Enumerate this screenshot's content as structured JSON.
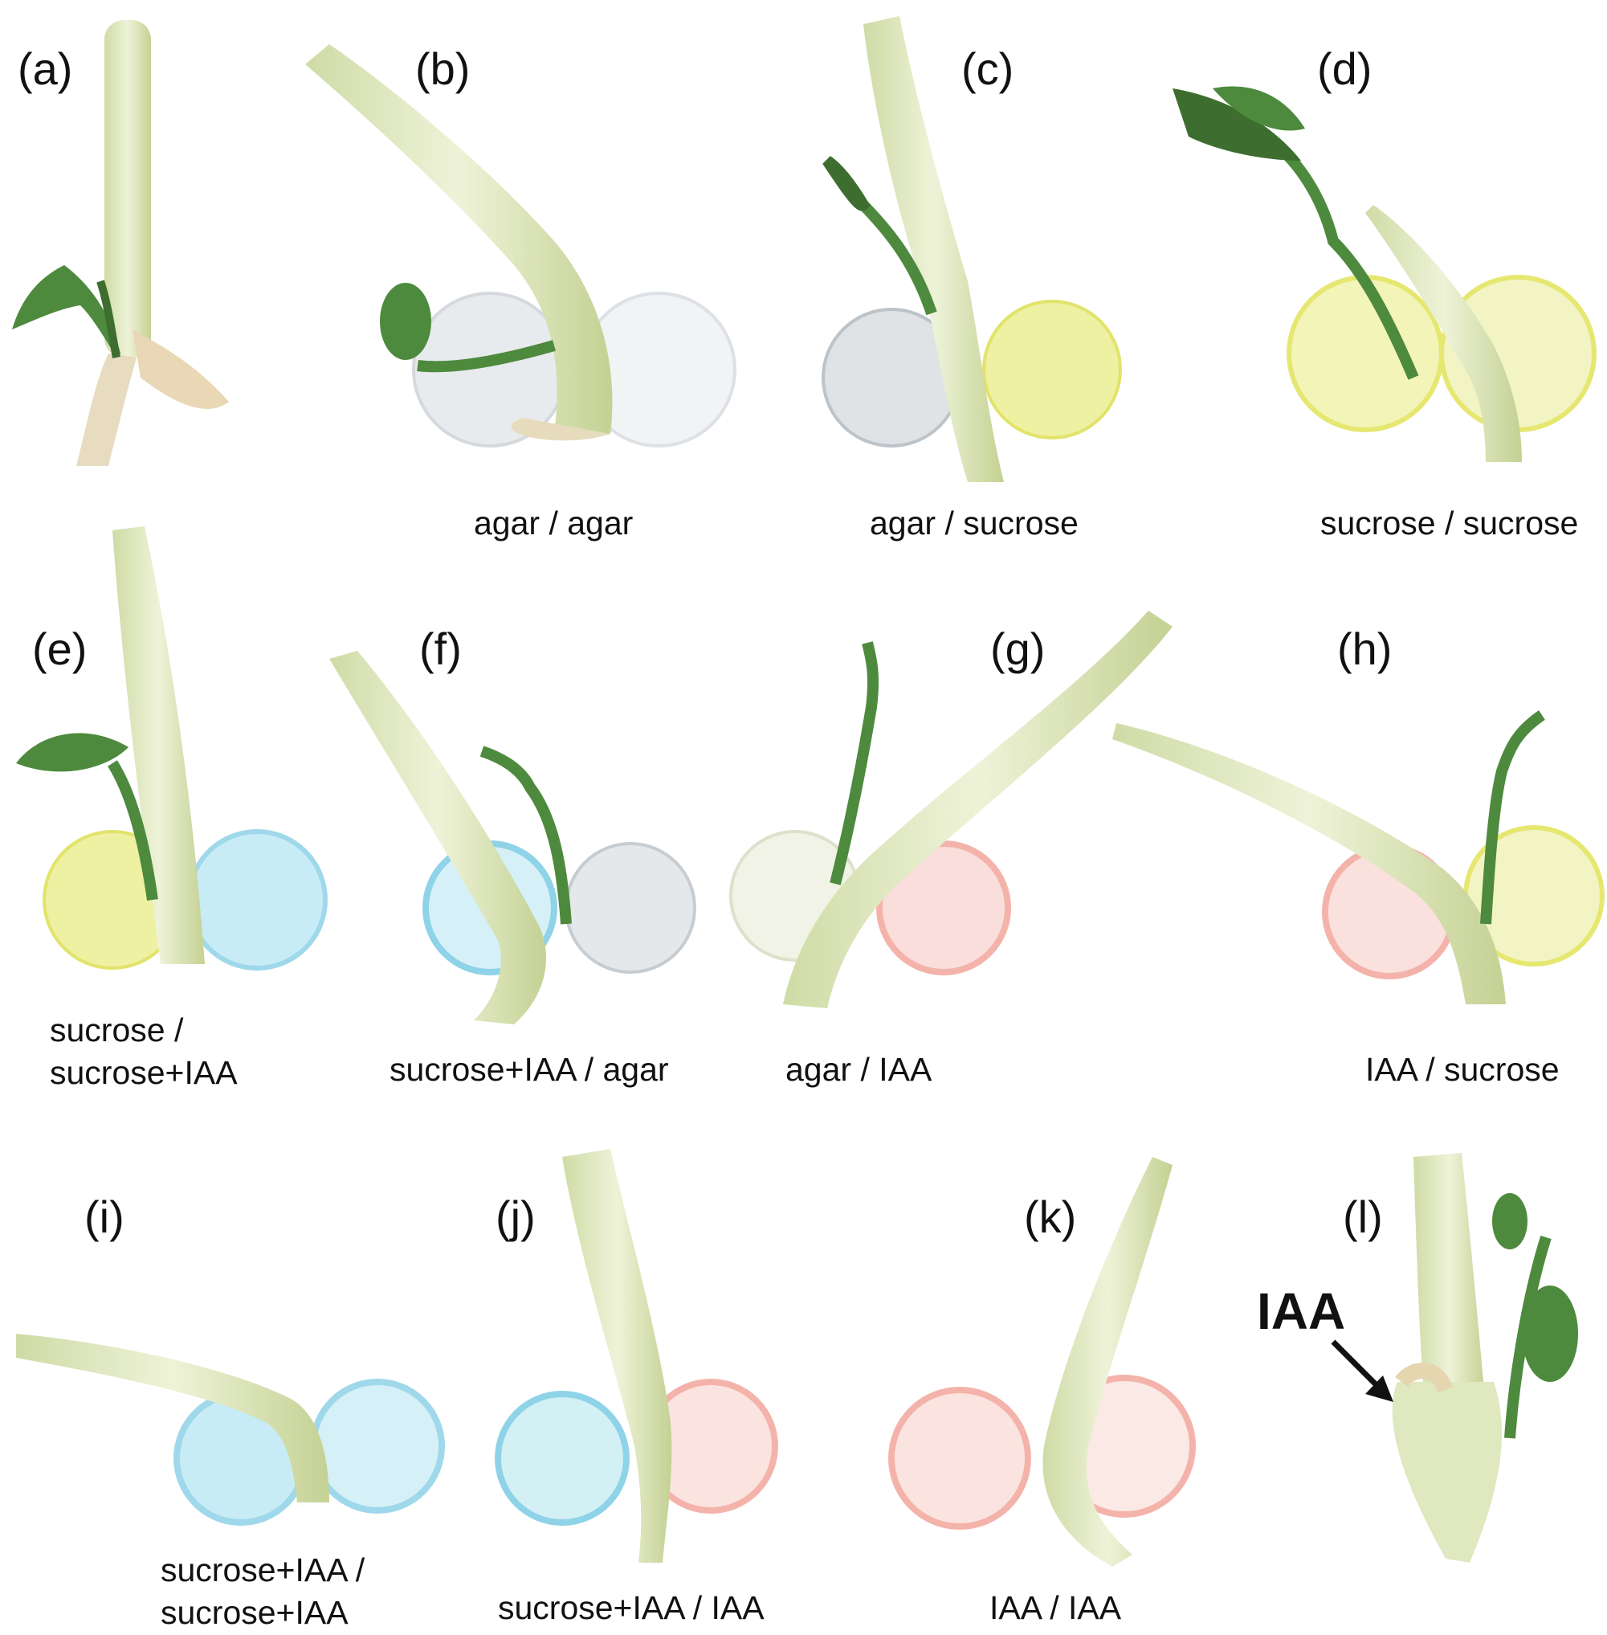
{
  "figure": {
    "panels": [
      {
        "letter": "(a)",
        "caption": []
      },
      {
        "letter": "(b)",
        "caption": [
          "agar / agar"
        ]
      },
      {
        "letter": "(c)",
        "caption": [
          "agar / sucrose"
        ]
      },
      {
        "letter": "(d)",
        "caption": [
          "sucrose / sucrose"
        ]
      },
      {
        "letter": "(e)",
        "caption": [
          "sucrose /",
          "sucrose+IAA"
        ]
      },
      {
        "letter": "(f)",
        "caption": [
          "sucrose+IAA / agar"
        ]
      },
      {
        "letter": "(g)",
        "caption": [
          "agar / IAA"
        ]
      },
      {
        "letter": "(h)",
        "caption": [
          "IAA / sucrose"
        ]
      },
      {
        "letter": "(i)",
        "caption": [
          "sucrose+IAA /",
          "sucrose+IAA"
        ]
      },
      {
        "letter": "(j)",
        "caption": [
          "sucrose+IAA / IAA"
        ]
      },
      {
        "letter": "(k)",
        "caption": [
          "IAA / IAA"
        ]
      },
      {
        "letter": "(l)",
        "caption": []
      }
    ],
    "arrow_label": "IAA"
  },
  "colors": {
    "stem": "#dfe8bf",
    "stem_shade": "#c9d69d",
    "leaf": "#4e8a3e",
    "leaf_dark": "#3d6e30",
    "agar_block": "#e8ebee",
    "sucrose_block": "#eef0a2",
    "iaa_block": "#f4b3aa",
    "sucrose_iaa_block": "#9fd8ea"
  }
}
